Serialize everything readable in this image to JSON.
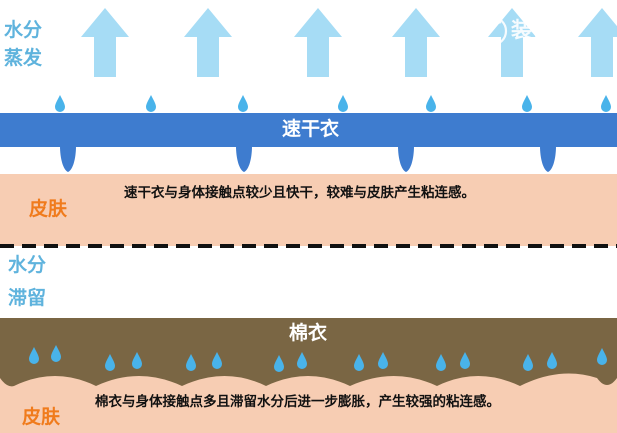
{
  "top_panel": {
    "label_line1": "水分",
    "label_line2": "蒸发",
    "fabric_label": "速干衣",
    "skin_label": "皮肤",
    "description": "速干衣与身体接触点较少且快干，较难与皮肤产生粘连感。"
  },
  "bottom_panel": {
    "label_line1": "水分",
    "label_line2": "滞留",
    "fabric_label": "棉衣",
    "skin_label": "皮肤",
    "description": "棉衣与身体接触点多且滞留水分后进一步膨胀，产生较强的粘连感。"
  },
  "watermark": {
    "text": "装备酷",
    "icon": "leaf-logo-icon"
  },
  "colors": {
    "arrow": "#a6dcf5",
    "drop": "#49b3ea",
    "quick_dry_fabric": "#3e7ccf",
    "cotton_fabric": "#7a6644",
    "skin": "#f7cdb3",
    "label_blue": "#5fb3dd",
    "skin_label_orange": "#f07b1c"
  }
}
